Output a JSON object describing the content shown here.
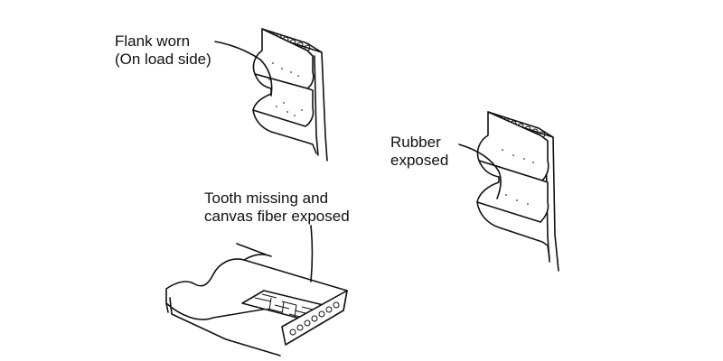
{
  "labels": {
    "flank_worn": {
      "line1": "Flank worn",
      "line2": "(On load side)"
    },
    "rubber_exposed": {
      "line1": "Rubber",
      "line2": "exposed"
    },
    "tooth_missing": {
      "line1": "Tooth missing and",
      "line2": "canvas fiber exposed"
    }
  },
  "colors": {
    "ink": "#111111",
    "background": "#ffffff"
  }
}
